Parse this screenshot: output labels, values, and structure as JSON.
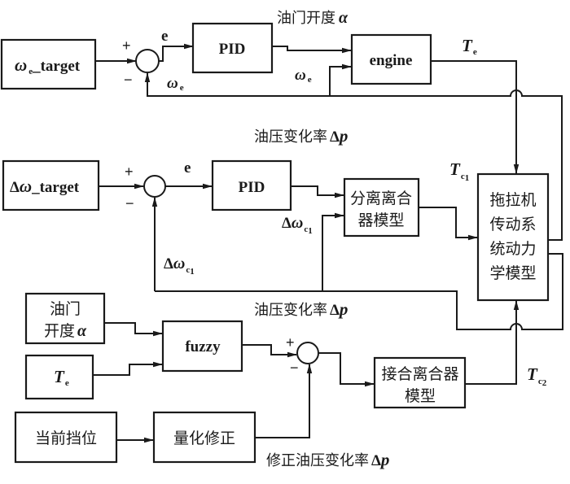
{
  "diagram": {
    "type": "block-diagram",
    "description": "Tractor clutch control system block diagram"
  },
  "blocks": {
    "we_target": {
      "main": "ω",
      "sub": "e",
      "suffix": "_target"
    },
    "pid_top": "PID",
    "engine": "engine",
    "dw_target": {
      "prefix": "Δ",
      "main": "ω",
      "suffix": "_target"
    },
    "pid_mid": "PID",
    "separation_clutch": {
      "line1": "分离离合",
      "line2": "器模型"
    },
    "tractor_model": {
      "line1": "拖拉机",
      "line2": "传动系",
      "line3": "统动力",
      "line4": "学模型"
    },
    "throttle_input": {
      "line1": "油门",
      "line2": "开度",
      "alpha": "α"
    },
    "te_input": {
      "main": "T",
      "sub": "e"
    },
    "fuzzy": "fuzzy",
    "engage_clutch": {
      "line1": "接合离合器",
      "line2": "模型"
    },
    "current_gear": "当前挡位",
    "quantize_correct": "量化修正"
  },
  "signals": {
    "throttle_opening": {
      "text": "油门开度",
      "symbol": "α"
    },
    "e_top": "e",
    "we_feedback_1": {
      "main": "ω",
      "sub": "e"
    },
    "we_feedback_2": {
      "main": "ω",
      "sub": "e"
    },
    "te_out": {
      "main": "T",
      "sub": "e"
    },
    "oil_rate_top": {
      "text": "油压变化率",
      "delta": "Δ",
      "symbol": "p"
    },
    "e_mid": "e",
    "tc1": {
      "main": "T",
      "sub": "c",
      "subsub": "1"
    },
    "dwc1_a": {
      "prefix": "Δ",
      "main": "ω",
      "sub": "c",
      "subsub": "1"
    },
    "dwc1_b": {
      "prefix": "Δ",
      "main": "ω",
      "sub": "c",
      "subsub": "1"
    },
    "oil_rate_bottom": {
      "text": "油压变化率",
      "delta": "Δ",
      "symbol": "p"
    },
    "tc2": {
      "main": "T",
      "sub": "c",
      "subsub": "2"
    },
    "corrected_oil_rate": {
      "text": "修正油压变化率",
      "delta": "Δ",
      "symbol": "p"
    }
  },
  "signs": {
    "plus": "+",
    "minus": "−"
  }
}
